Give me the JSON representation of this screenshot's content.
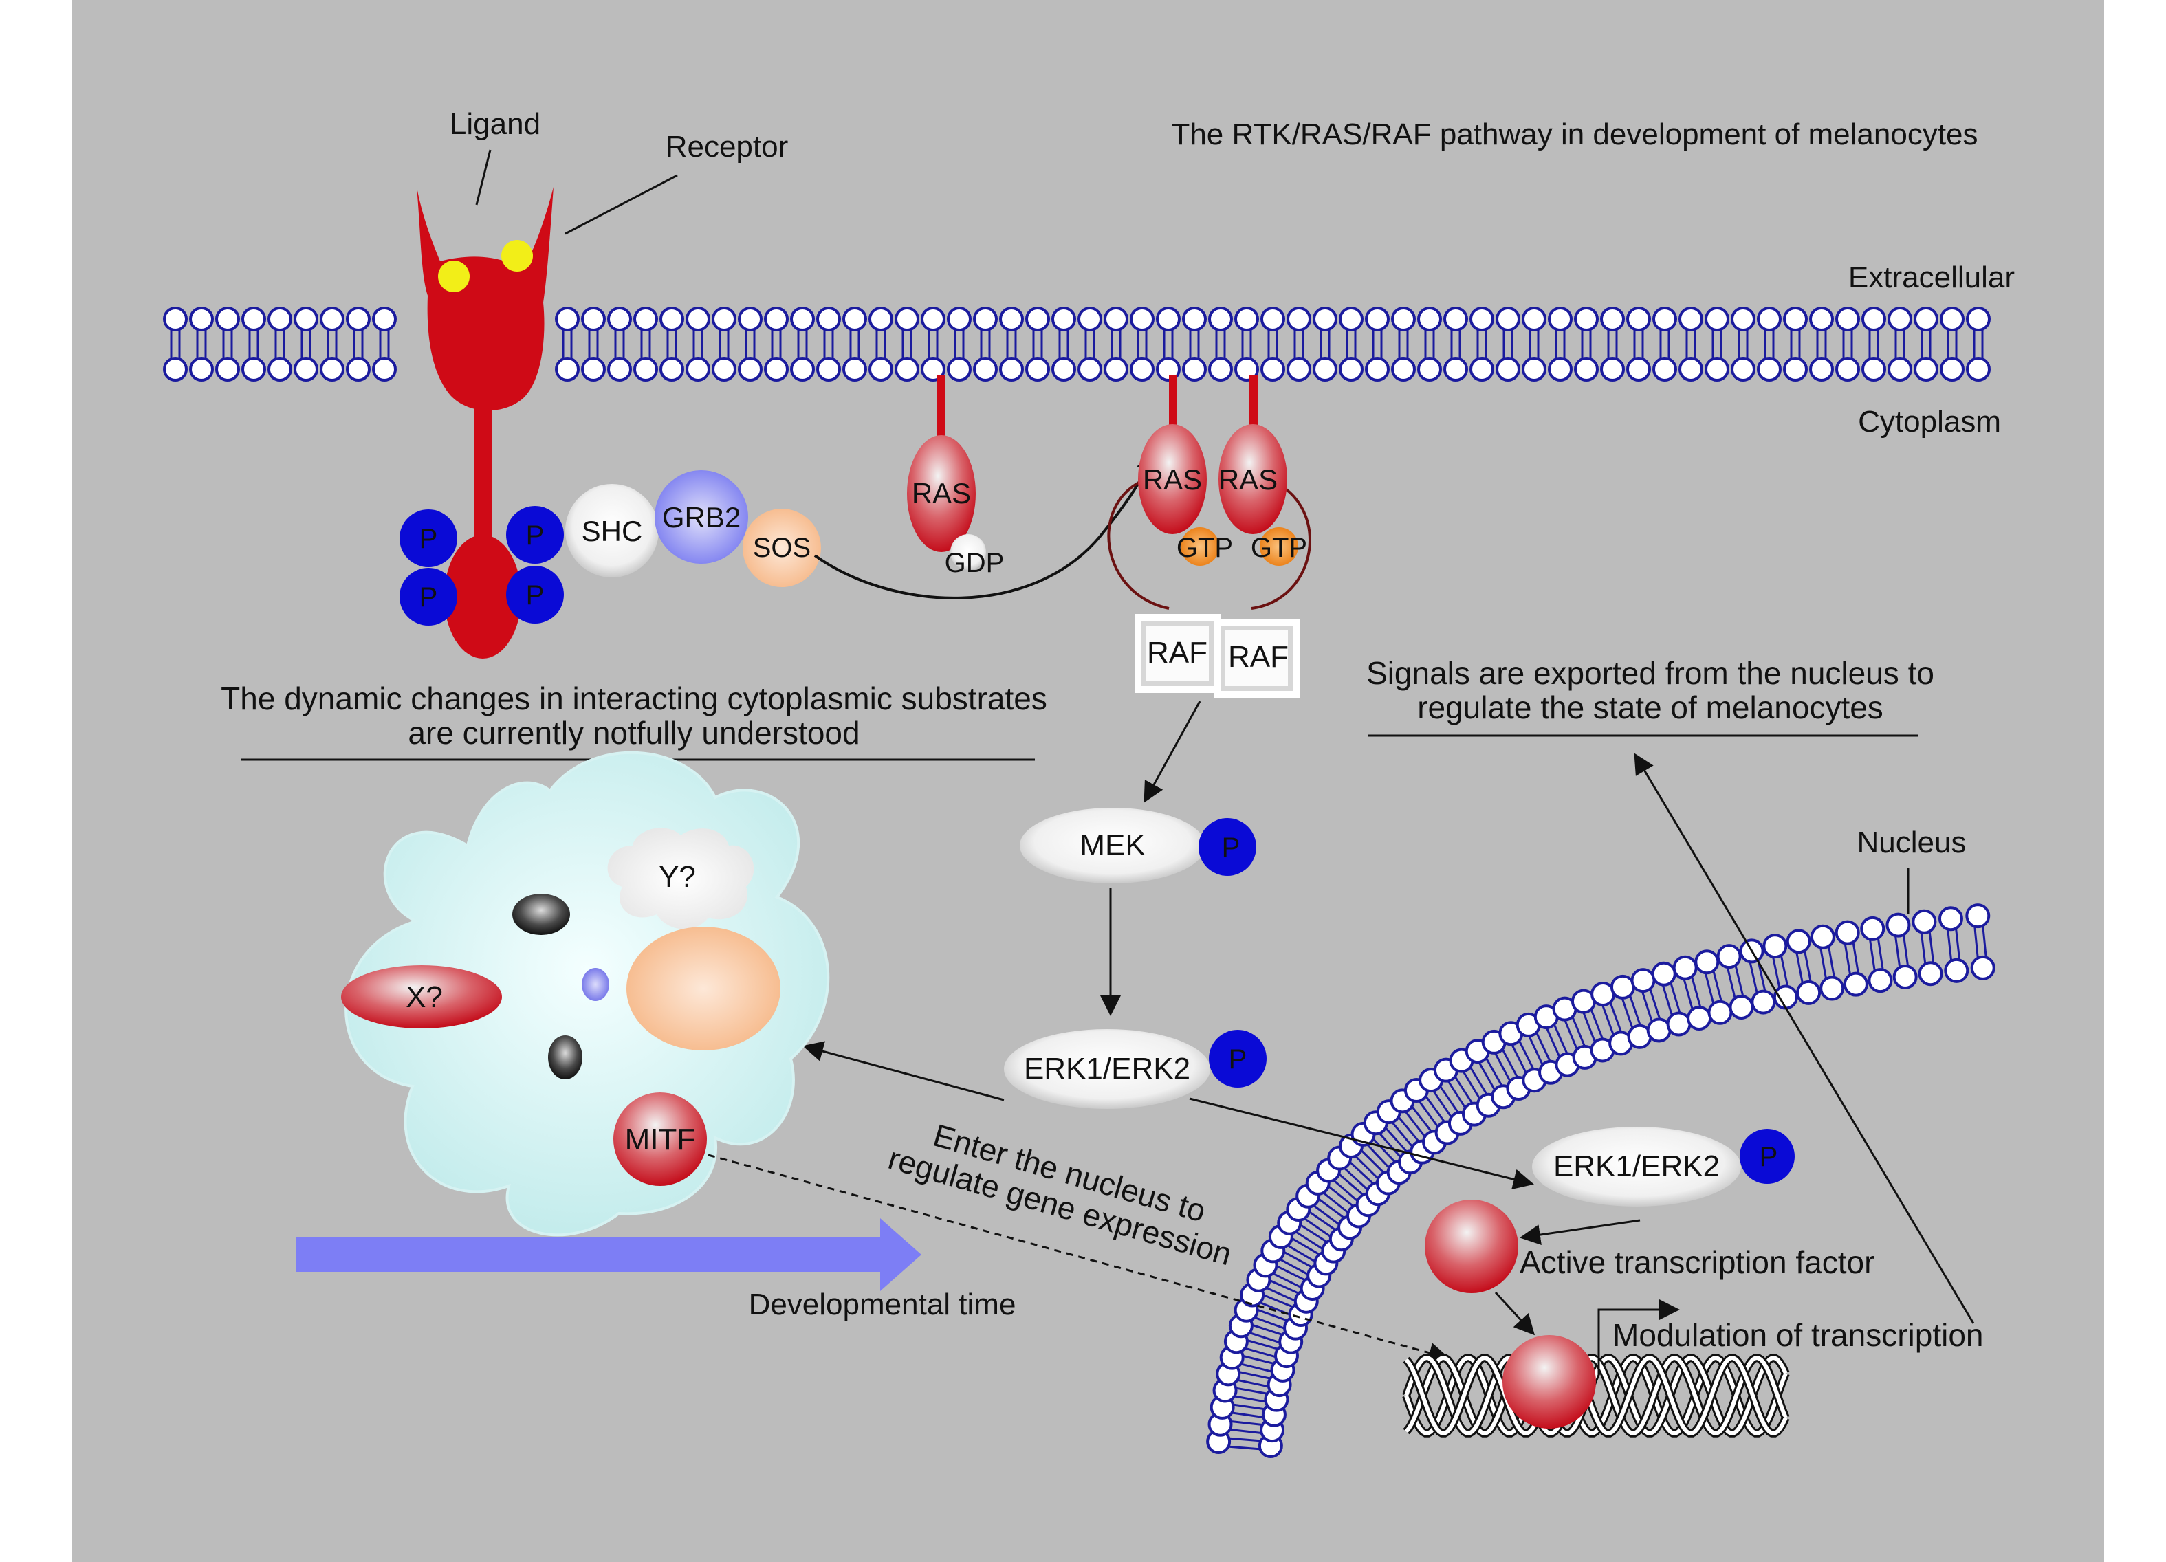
{
  "title": "The RTK/RAS/RAF pathway in development of melanocytes",
  "colors": {
    "panel": "#bcbcbc",
    "membrane": "#1b1b9e",
    "receptor": "#cf0a16",
    "ligand": "#f2ee18",
    "phospho": "#0a0ad6",
    "gtp": "#ef8a1a",
    "arrow_time": "#7d7ef5"
  },
  "labels": {
    "ligand": "Ligand",
    "receptor": "Receptor",
    "extracellular": "Extracellular",
    "cytoplasm": "Cytoplasm",
    "nucleus": "Nucleus",
    "developmental_time": "Developmental time",
    "active_tf": "Active transcription factor",
    "modulation": "Modulation of transcription",
    "enter_line1": "Enter the nucleus to",
    "enter_line2": "regulate gene expression",
    "dynamic_line1": "The dynamic changes in interacting cytoplasmic substrates",
    "dynamic_line2": "are currently notfully understood",
    "signals_line1": "Signals are exported from the nucleus to",
    "signals_line2": "regulate the state of melanocytes"
  },
  "molecules": {
    "p": "P",
    "shc": "SHC",
    "grb2": "GRB2",
    "sos": "SOS",
    "ras": "RAS",
    "gdp": "GDP",
    "gtp": "GTP",
    "raf": "RAF",
    "mek": "MEK",
    "erk": "ERK1/ERK2",
    "x": "X?",
    "y": "Y?",
    "mitf": "MITF"
  }
}
